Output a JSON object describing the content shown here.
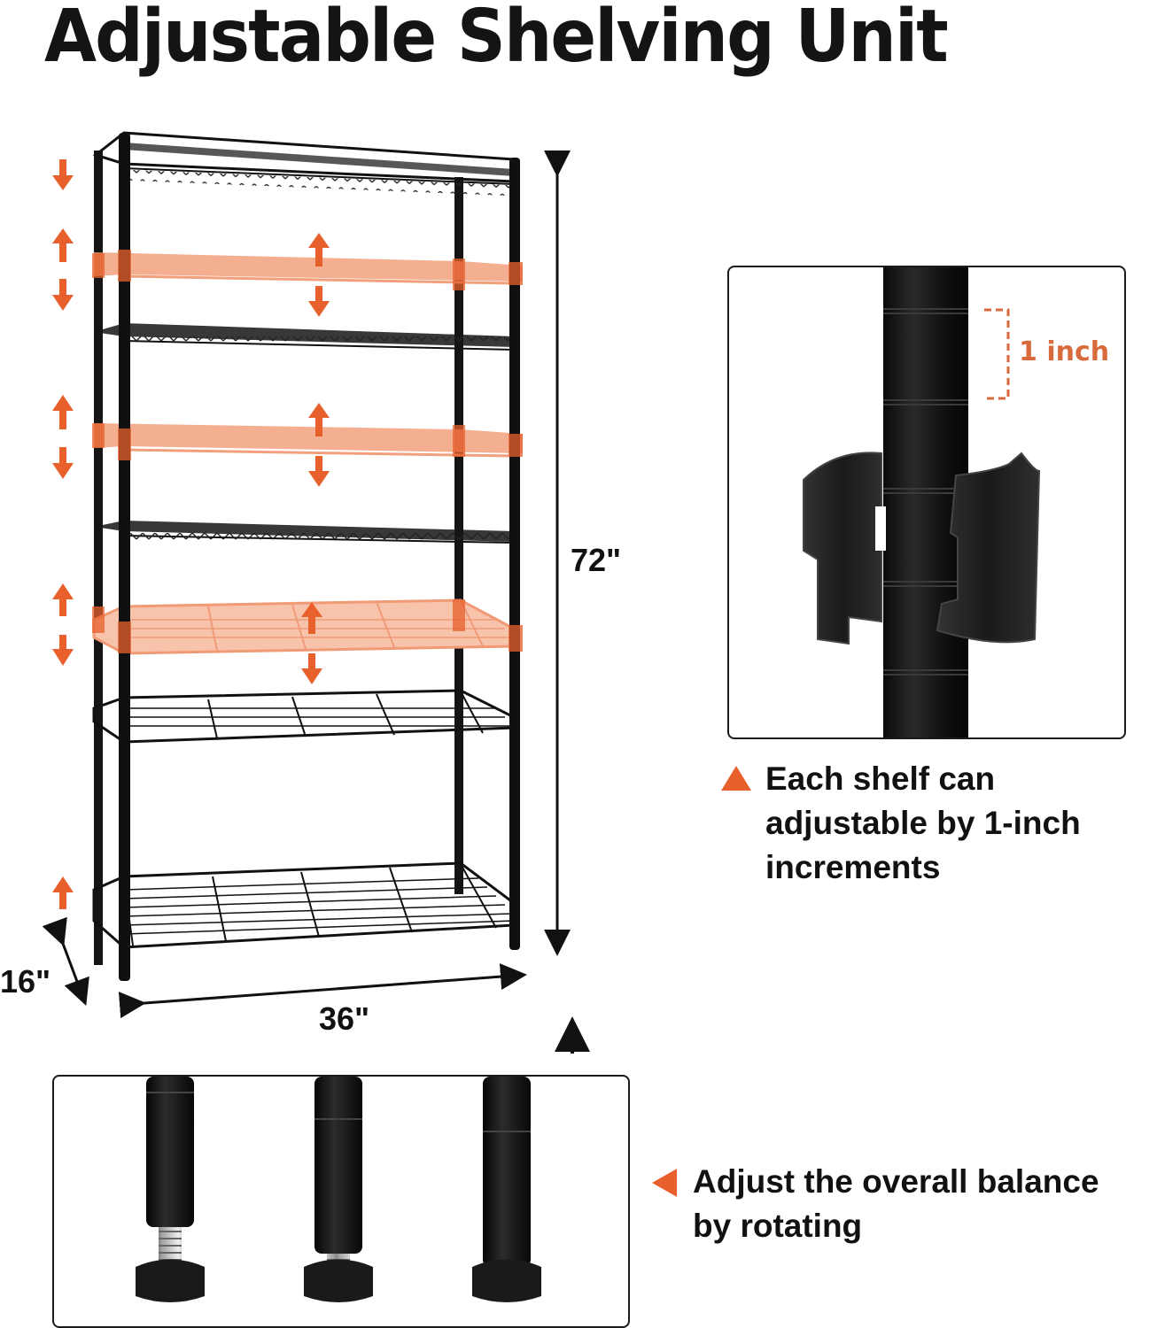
{
  "title": "Adjustable Shelving Unit",
  "colors": {
    "accent": "#e8602c",
    "accent_light": "#f2a07c",
    "dark": "#141414"
  },
  "dimensions": {
    "height": "72\"",
    "width": "36\"",
    "depth": "16\""
  },
  "shelf_unit": {
    "fixed_shelves": 4,
    "adjustable_highlighted_shelves": 3
  },
  "clip_panel": {
    "measurement_label": "1 inch"
  },
  "captions": {
    "shelf_adjust": {
      "icon": "triangle-up-icon",
      "lines": [
        "Each shelf can",
        "adjustable by 1-inch",
        "increments"
      ]
    },
    "feet_adjust": {
      "icon": "triangle-left-icon",
      "lines": [
        "Adjust the overall balance",
        "by rotating"
      ]
    }
  }
}
